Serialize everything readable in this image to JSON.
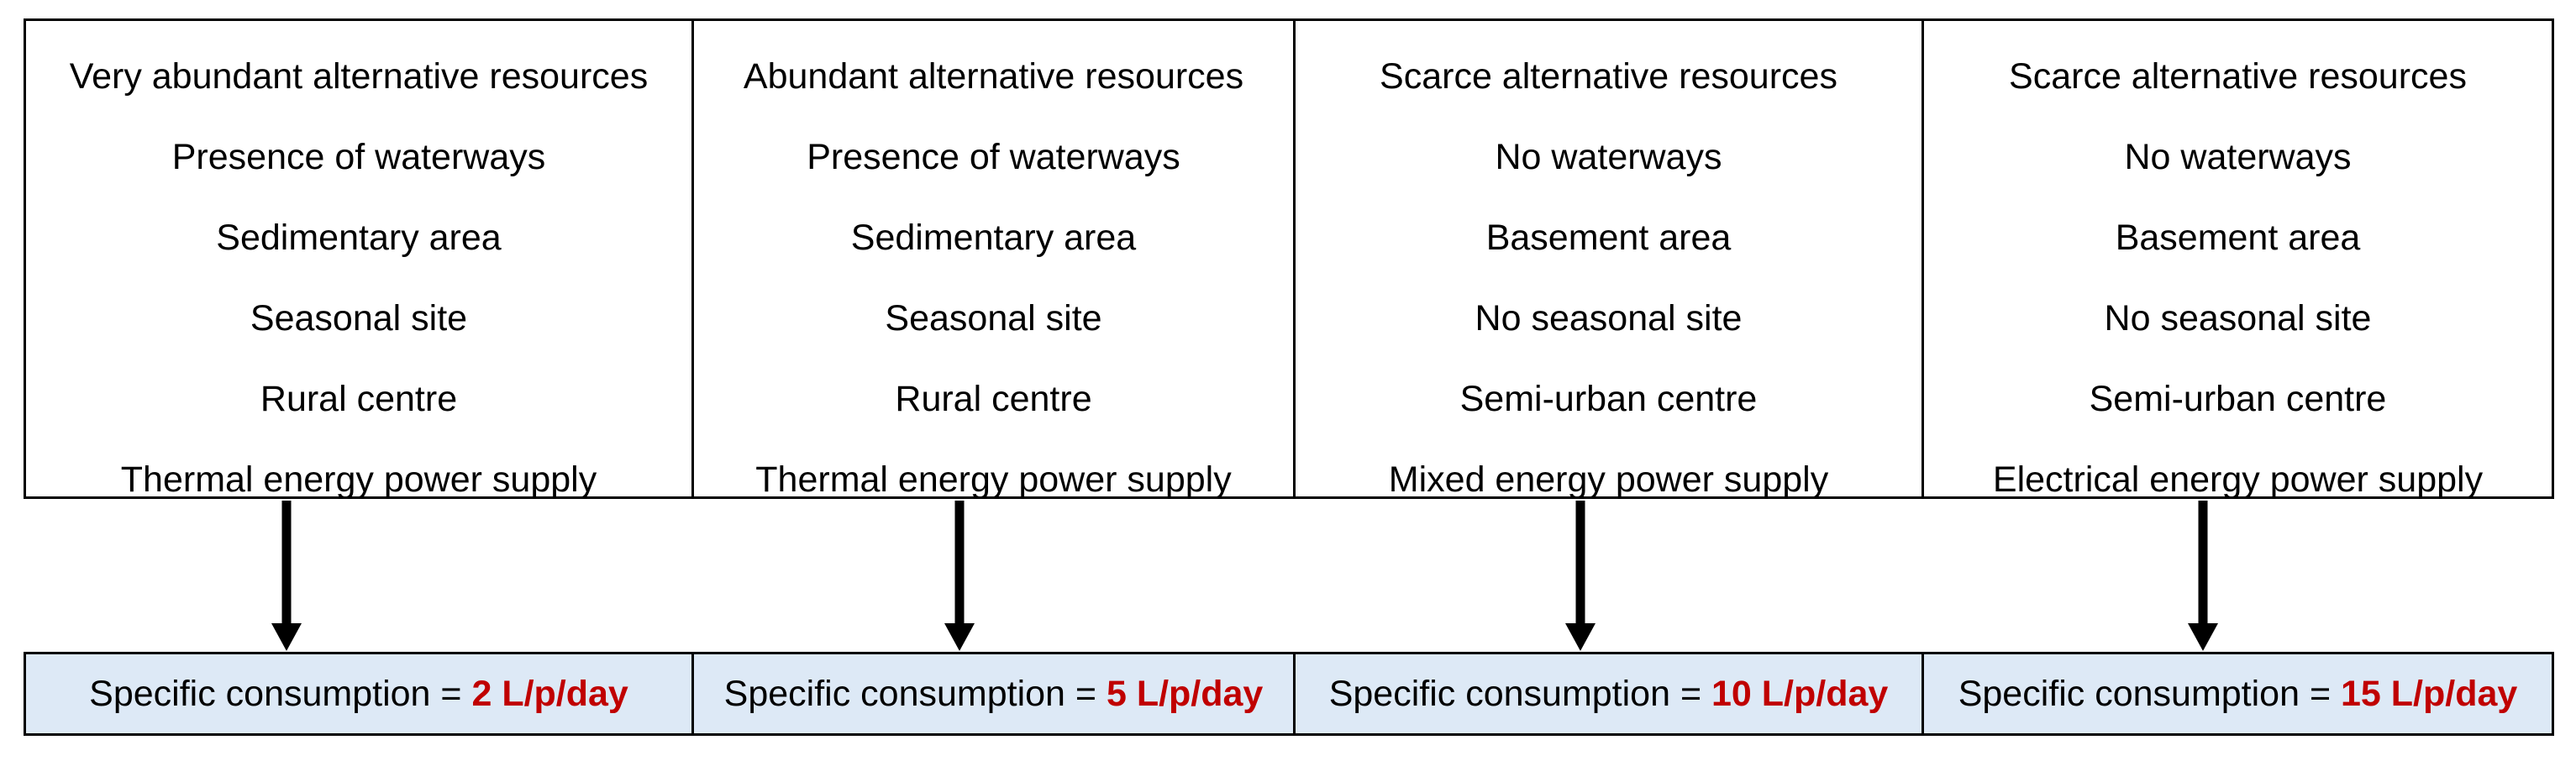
{
  "columns": [
    {
      "criteria": [
        "Very abundant alternative resources",
        "Presence of waterways",
        "Sedimentary area",
        "Seasonal site",
        "Rural centre",
        "Thermal energy power supply"
      ],
      "result_prefix": "Specific consumption = ",
      "result_value": "2 L/p/day"
    },
    {
      "criteria": [
        "Abundant alternative resources",
        "Presence of waterways",
        "Sedimentary area",
        "Seasonal site",
        "Rural centre",
        "Thermal energy power supply"
      ],
      "result_prefix": "Specific consumption = ",
      "result_value": "5 L/p/day"
    },
    {
      "criteria": [
        "Scarce alternative resources",
        "No waterways",
        "Basement area",
        "No seasonal site",
        "Semi-urban centre",
        "Mixed energy power supply"
      ],
      "result_prefix": "Specific consumption = ",
      "result_value": "10 L/p/day"
    },
    {
      "criteria": [
        "Scarce alternative resources",
        "No waterways",
        "Basement area",
        "No seasonal site",
        "Semi-urban centre",
        "Electrical energy power supply"
      ],
      "result_prefix": "Specific consumption = ",
      "result_value": "15 L/p/day"
    }
  ],
  "colors": {
    "result_fill": "#dde9f6",
    "value_text": "#c00000",
    "border": "#000000"
  }
}
